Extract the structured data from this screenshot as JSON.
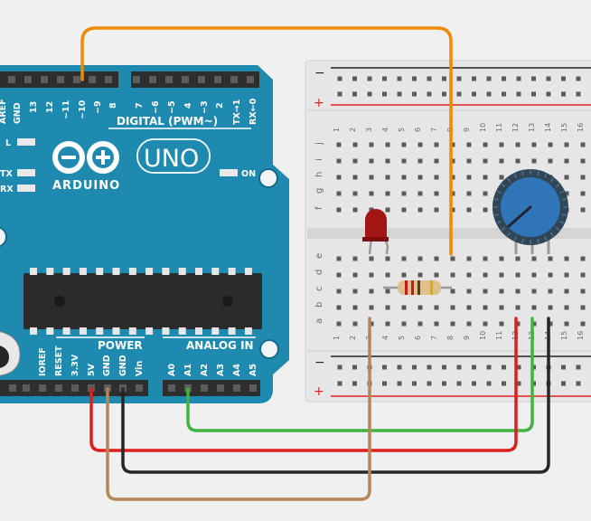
{
  "arduino": {
    "brand": "ARDUINO",
    "model": "UNO",
    "digital_header": "DIGITAL (PWM~)",
    "digital_pins": [
      "AREF",
      "GND",
      "13",
      "12",
      "~11",
      "~10",
      "~9",
      "8",
      "7",
      "~6",
      "~5",
      "4",
      "~3",
      "2",
      "TX→1",
      "RX←0"
    ],
    "indicator_labels": {
      "l": "L",
      "tx": "TX",
      "rx": "RX",
      "on": "ON"
    },
    "power_header": "POWER",
    "power_pins": [
      "IOREF",
      "RESET",
      "3.3V",
      "5V",
      "GND",
      "GND",
      "Vin"
    ],
    "analog_header": "ANALOG IN",
    "analog_pins": [
      "A0",
      "A1",
      "A2",
      "A3",
      "A4",
      "A5"
    ]
  },
  "breadboard": {
    "rail_minus": "−",
    "rail_plus": "+",
    "column_numbers": [
      "1",
      "2",
      "3",
      "4",
      "5",
      "6",
      "7",
      "8",
      "9",
      "10",
      "11",
      "12",
      "13",
      "14",
      "15",
      "16"
    ],
    "top_rows": [
      "j",
      "i",
      "h",
      "g",
      "f"
    ],
    "bottom_rows": [
      "e",
      "d",
      "c",
      "b",
      "a"
    ]
  },
  "colors": {
    "board_blue": "#1e8ab0",
    "header_black": "#2e2e2e",
    "wire_orange": "#f08a00",
    "wire_green": "#3fb53f",
    "wire_red": "#dd1f1f",
    "wire_black": "#262626",
    "wire_brown": "#b6865a",
    "led_red": "#a31616",
    "pot_blue": "#2f75b8"
  }
}
